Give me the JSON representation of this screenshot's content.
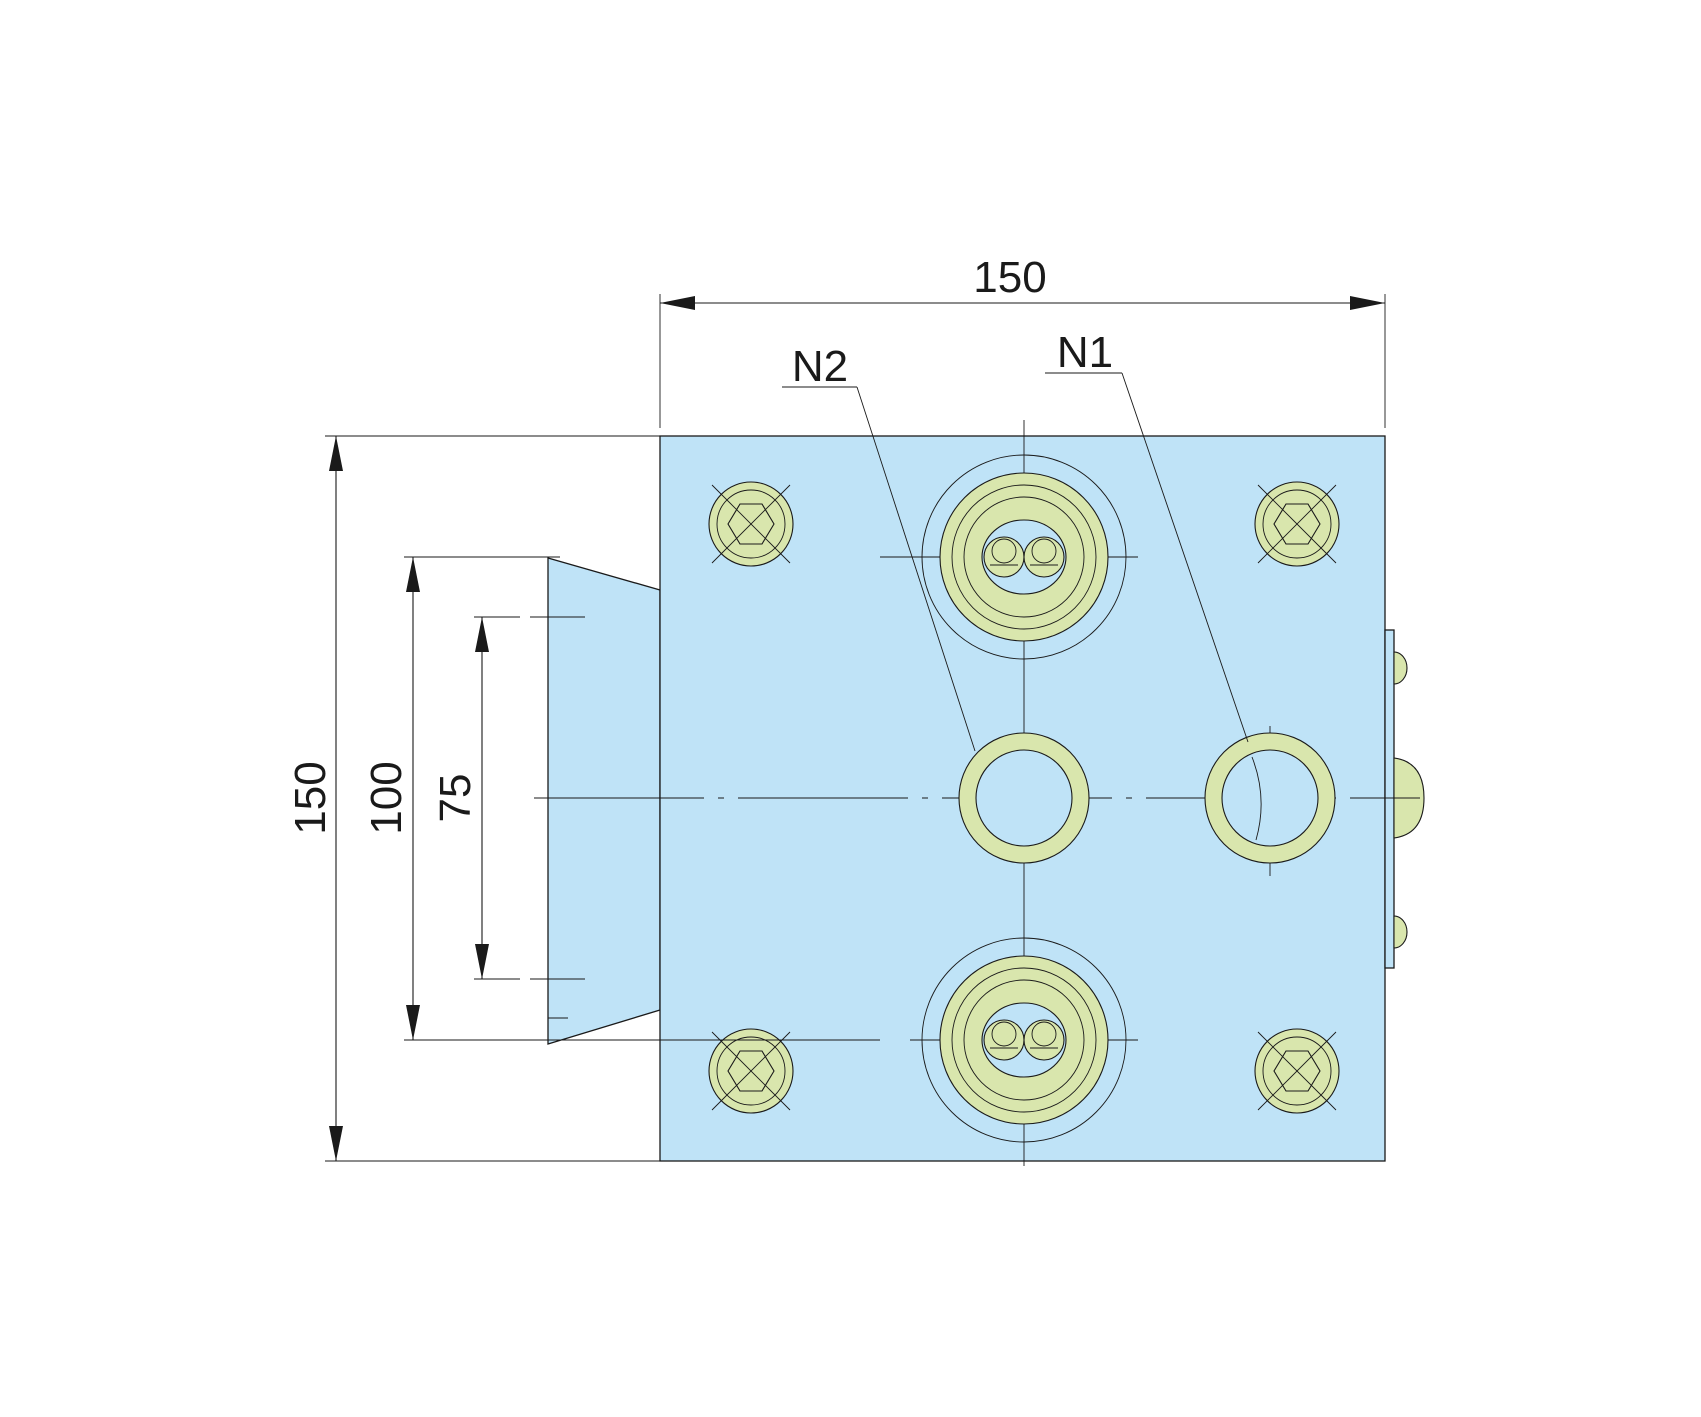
{
  "dimensions": {
    "top_width": "150",
    "left_height": "150",
    "inner_height": "100",
    "port_spacing": "75"
  },
  "ports": {
    "n1": "N1",
    "n2": "N2"
  },
  "colors": {
    "plate": "#bfe3f7",
    "fittings": "#d9e6ad",
    "lines": "#1a1a1a"
  }
}
